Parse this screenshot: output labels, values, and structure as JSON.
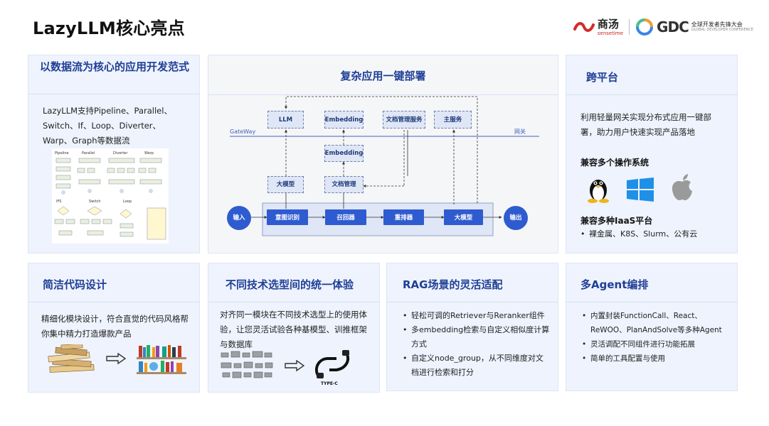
{
  "page": {
    "title": "LazyLLM核心亮点"
  },
  "logos": {
    "sensetime_cn": "商汤",
    "sensetime_en": "sensetime",
    "gdc_mark": "GDC",
    "gdc_cn": "全球开发者先锋大会",
    "gdc_en": "GLOBAL DEVELOPER CONFERENCE"
  },
  "card_dataflow": {
    "title": "以数据流为核心的应用开发范式",
    "body": "LazyLLM支持Pipeline、Parallel、Switch、If、Loop、Diverter、Warp、Graph等数据流",
    "labels": [
      "Pipeline",
      "Parallel",
      "Diverter",
      "Warp",
      "IFS",
      "Switch",
      "Loop"
    ]
  },
  "card_deploy": {
    "title": "复杂应用一键部署",
    "gateway_left": "GateWay",
    "gateway_right": "网关",
    "top_boxes": [
      "LLM",
      "Embedding",
      "文档管理服务",
      "主服务"
    ],
    "mid_box": "Embedding",
    "row2_boxes": [
      "大模型",
      "文档管理"
    ],
    "input": "输入",
    "output": "输出",
    "pipeline": [
      "意图识别",
      "召回器",
      "重排器",
      "大模型"
    ]
  },
  "card_platform": {
    "title": "跨平台",
    "body": "利用轻量网关实现分布式应用一键部署，助力用户快速实现产品落地",
    "os_heading": "兼容多个操作系统",
    "iaas_heading": "兼容多种IaaS平台",
    "iaas_items": [
      "裸金属、K8S、Slurm、公有云"
    ]
  },
  "card_code": {
    "title": "简洁代码设计",
    "body": "精细化模块设计，符合直觉的代码风格帮你集中精力打造爆款产品"
  },
  "card_unify": {
    "title": "不同技术选型间的统一体验",
    "body": "对齐同一模块在不同技术选型上的使用体验，让您灵活试验各种基模型、训推框架与数据库",
    "typec_label": "TYPE-C"
  },
  "card_rag": {
    "title": "RAG场景的灵活适配",
    "items": [
      "轻松可调的Retriever与Reranker组件",
      "多embedding检索与自定义相似度计算方式",
      "自定义node_group，从不同维度对文档进行检索和打分"
    ]
  },
  "card_agent": {
    "title": "多Agent编排",
    "items": [
      "内置封装FunctionCall、React、ReWOO、PlanAndSolve等多种Agent",
      "灵活调配不同组件进行功能拓展",
      "简单的工具配置与使用"
    ]
  },
  "colors": {
    "accent": "#1f3f95",
    "card_bg": "#eef3fd",
    "flow_blue": "#2f5bd0"
  }
}
